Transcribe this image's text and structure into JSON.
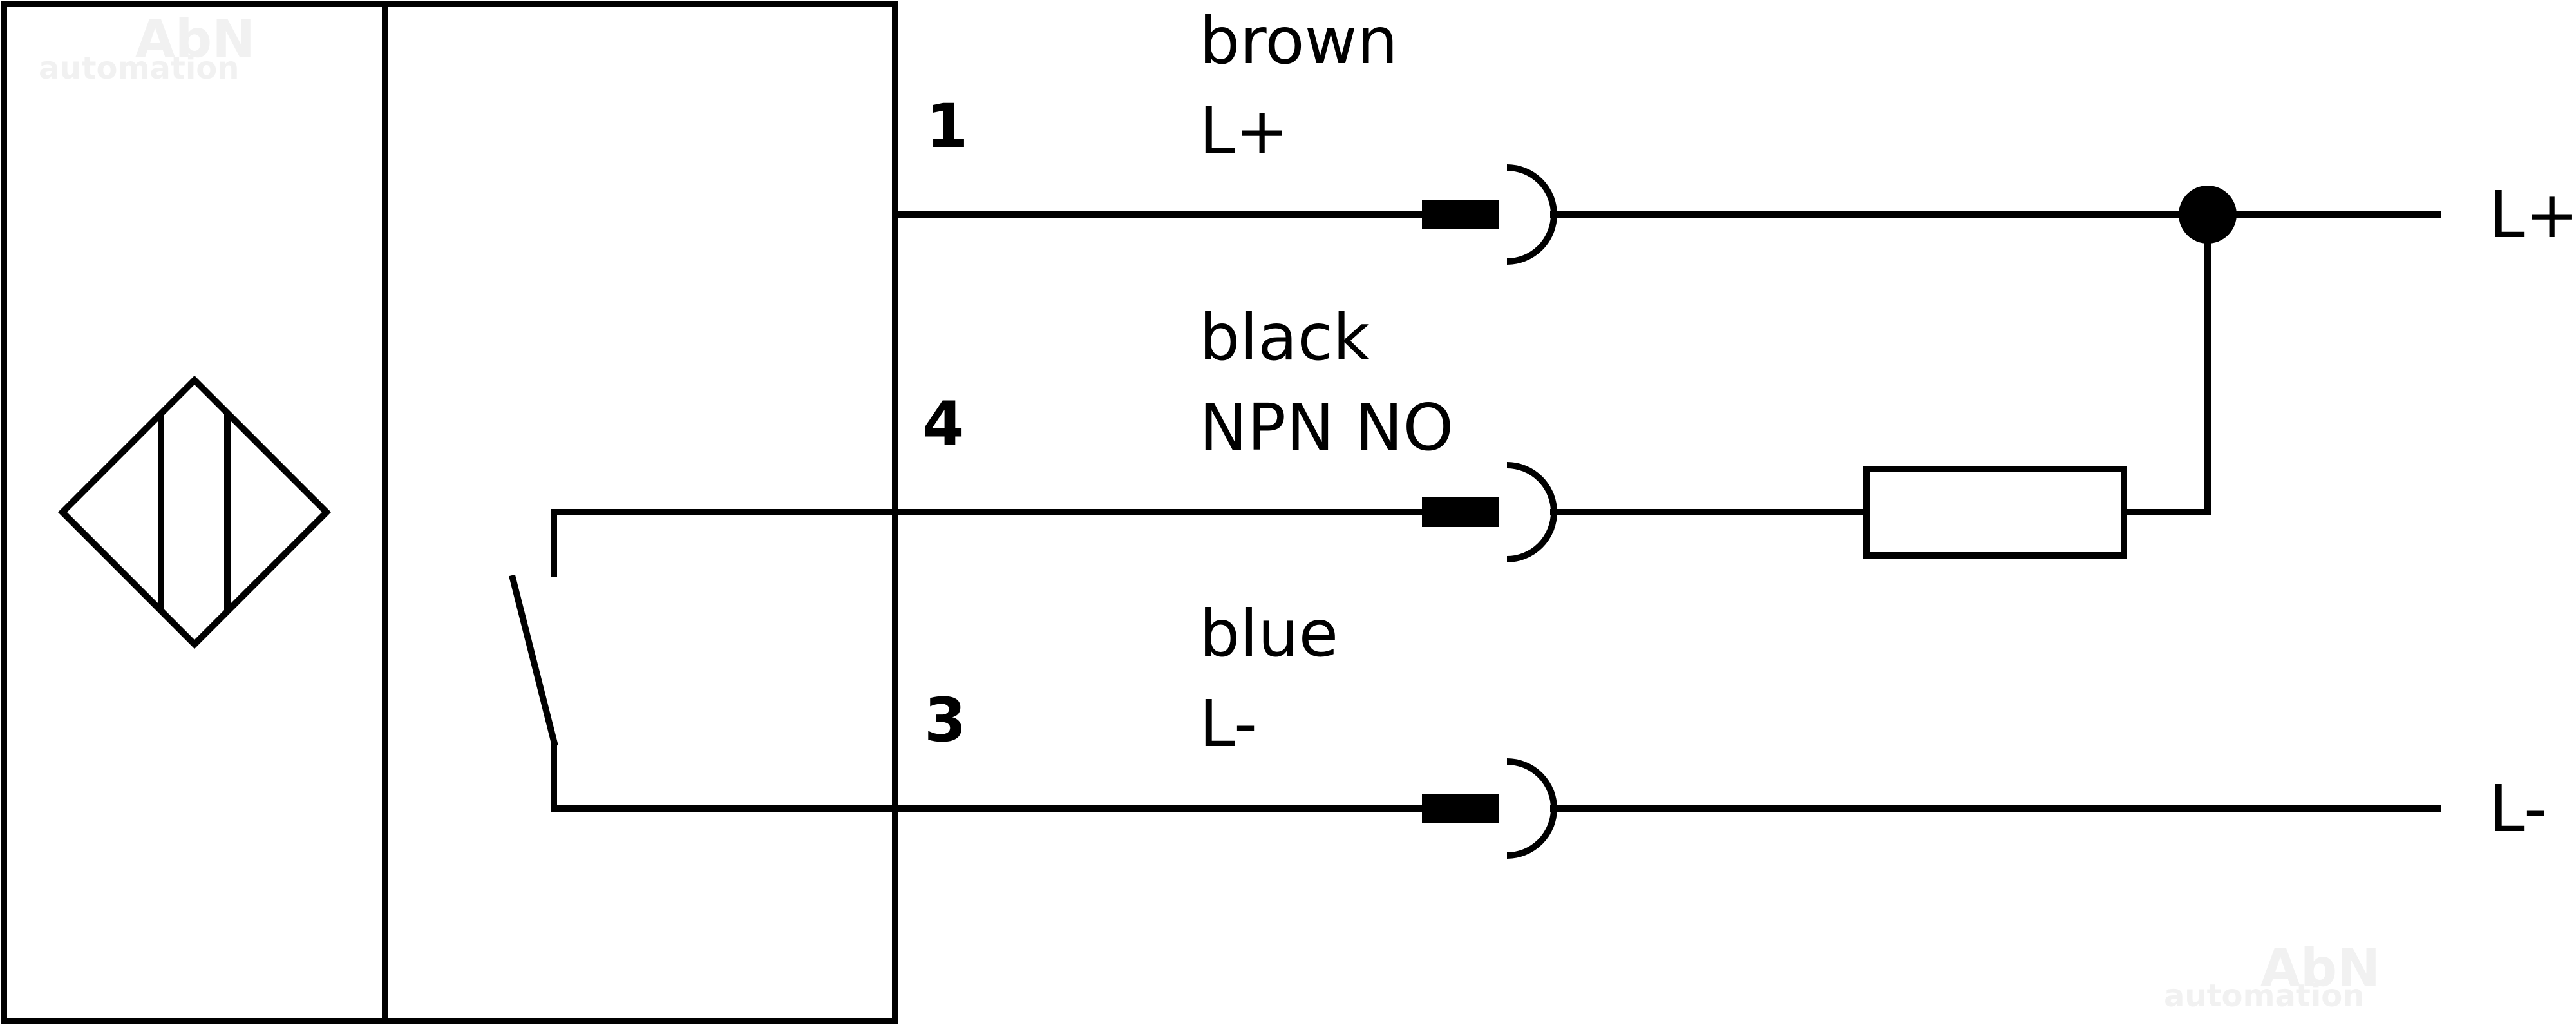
{
  "watermark": {
    "name": "AbN",
    "sub": "automation"
  },
  "wires": [
    {
      "pin": "1",
      "color": "brown",
      "function": "L+"
    },
    {
      "pin": "4",
      "color": "black",
      "function": "NPN NO"
    },
    {
      "pin": "3",
      "color": "blue",
      "function": "L-"
    }
  ],
  "terminals": {
    "positive": "L+",
    "negative": "L-"
  }
}
